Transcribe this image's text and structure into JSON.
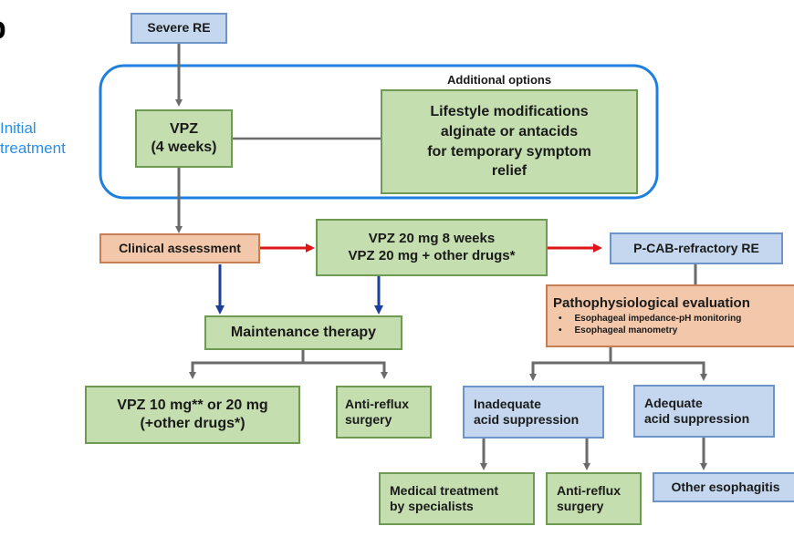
{
  "panel_letter": "b",
  "side_label": [
    "Initial",
    "treatment"
  ],
  "additional_options_title": "Additional options",
  "nodes": {
    "severe_re": "Severe RE",
    "vpz_initial": [
      "VPZ",
      "(4 weeks)"
    ],
    "lifestyle": [
      "Lifestyle modifications",
      "alginate or antacids",
      "for temporary symptom",
      "relief"
    ],
    "clinical_assessment": "Clinical assessment",
    "vpz_20": [
      "VPZ 20 mg 8 weeks",
      "VPZ 20 mg + other drugs*"
    ],
    "pcab_refractory": "P-CAB-refractory RE",
    "pathophys": {
      "title": "Pathophysiological evaluation",
      "bullets": [
        "Esophageal impedance-pH monitoring",
        "Esophageal manometry"
      ]
    },
    "maintenance": "Maintenance therapy",
    "vpz_maint": [
      "VPZ 10 mg** or 20 mg",
      "(+other drugs*)"
    ],
    "antireflux_1": [
      "Anti-reflux",
      "surgery"
    ],
    "inadequate": [
      "Inadequate",
      "acid suppression"
    ],
    "adequate": [
      "Adequate",
      "acid suppression"
    ],
    "medical_treatment": [
      "Medical treatment",
      "by specialists"
    ],
    "antireflux_2": [
      "Anti-reflux",
      "surgery"
    ],
    "other_esophagitis": "Other esophagitis"
  },
  "colors": {
    "green_fill": "#c5deb0",
    "blue_fill": "#c4d7ee",
    "peach_fill": "#f2c7aa",
    "initial_frame": "#1e7fe0",
    "gray_arrow": "#6b6b6b",
    "red_arrow": "#e01515",
    "navy_arrow": "#1c3f9a",
    "side_label": "#2a8ee8"
  }
}
